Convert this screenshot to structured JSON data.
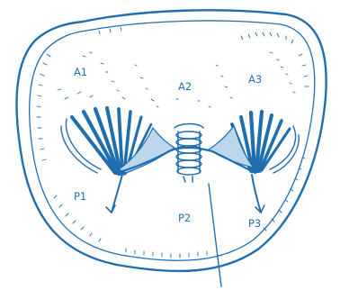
{
  "labels": {
    "a1": "A1",
    "a2": "A2",
    "a3": "A3",
    "p1": "P1",
    "p2": "P2",
    "p3": "P3"
  },
  "colors": {
    "ink": "#1f6fb0",
    "fill": "#bcd7ec",
    "background": "#ffffff"
  }
}
